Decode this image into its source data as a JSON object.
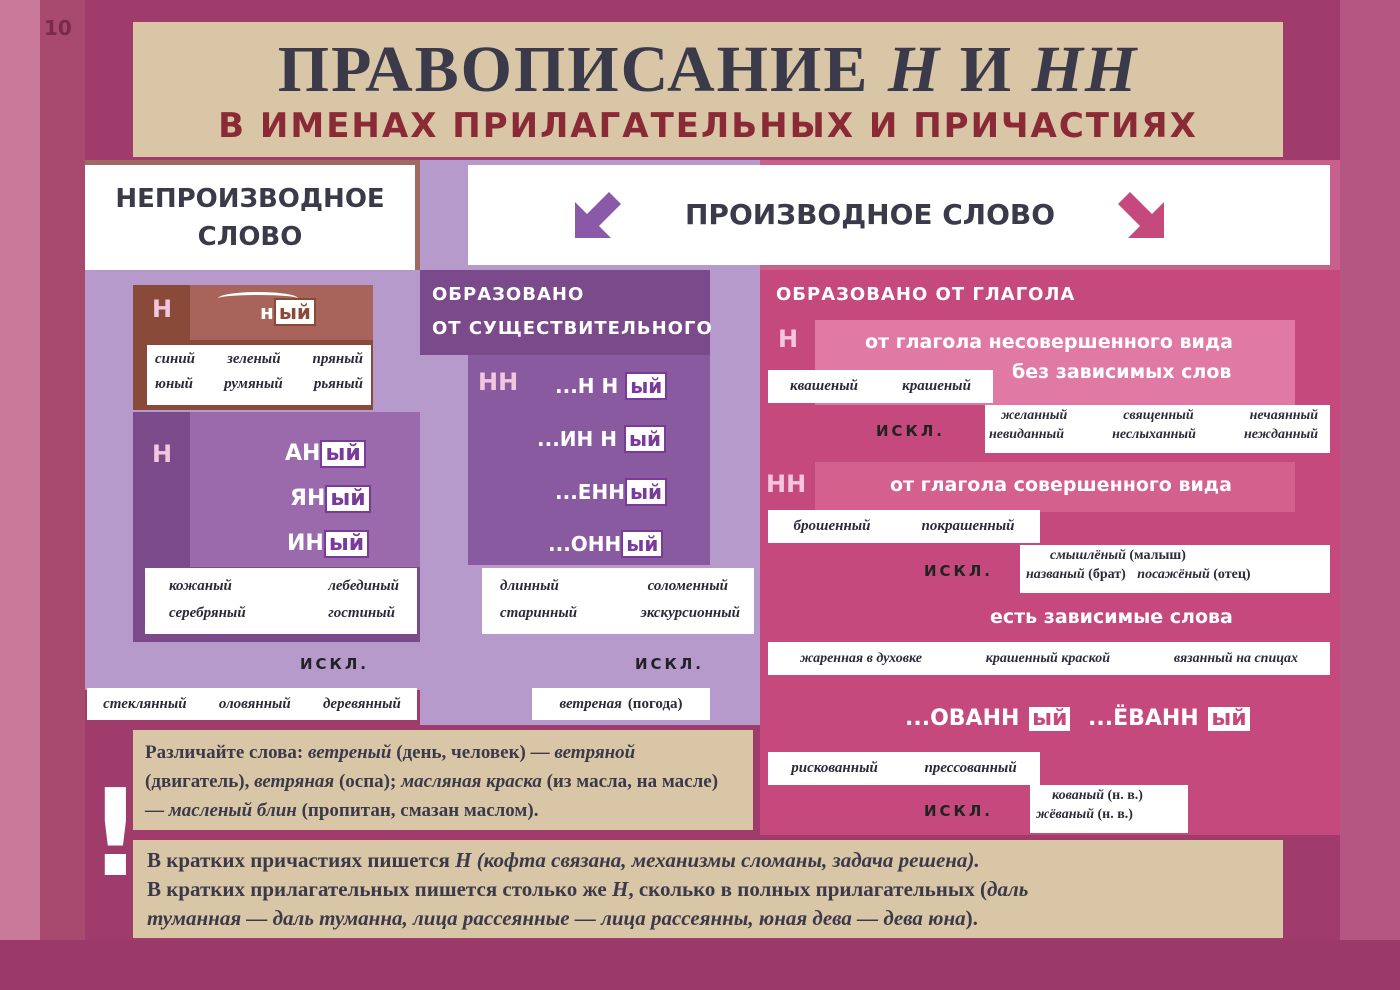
{
  "page_number": "10",
  "title": {
    "line1_part1": "ПРАВОПИСАНИЕ",
    "line1_n": "Н",
    "line1_and": "И",
    "line1_nn": "НН",
    "line2": "В ИМЕНАХ ПРИЛАГАТЕЛЬНЫХ И ПРИЧАСТИЯХ"
  },
  "headers": {
    "nonderived": "НЕПРОИЗВОДНОЕ СЛОВО",
    "derived": "ПРОИЗВОДНОЕ СЛОВО"
  },
  "nonderived": {
    "letter": "Н",
    "suffix_root": "н",
    "suffix_end": "ый",
    "words_row1": [
      "синий",
      "зеленый",
      "пряный"
    ],
    "words_row2": [
      "юный",
      "румяный",
      "рьяный"
    ]
  },
  "denominal_n": {
    "letter": "Н",
    "suffixes": [
      "АН",
      "ЯН",
      "ИН"
    ],
    "ending": "ый",
    "words": [
      "кожаный",
      "лебединый",
      "серебряный",
      "гостиный"
    ],
    "iskl_label": "ИСКЛ.",
    "exceptions": [
      "стеклянный",
      "оловянный",
      "деревянный"
    ]
  },
  "noun_derived": {
    "header_line1": "ОБРАЗОВАНО",
    "header_line2": "ОТ СУЩЕСТВИТЕЛЬНОГО",
    "letter": "НН",
    "patterns": [
      "...Н Н",
      "...ИН Н",
      "...ЕНН",
      "...ОНН"
    ],
    "ending": "ый",
    "words": [
      "длинный",
      "соломенный",
      "старинный",
      "экскурсионный"
    ],
    "iskl_label": "ИСКЛ.",
    "exception": "ветреная",
    "exception_note": "(погода)"
  },
  "verb_derived": {
    "header": "ОБРАЗОВАНО ОТ ГЛАГОЛА",
    "n_letter": "Н",
    "n_rule_line1": "от глагола несовершенного вида",
    "n_rule_line2": "без зависимых слов",
    "n_words": [
      "квашеный",
      "крашеный"
    ],
    "n_iskl_label": "ИСКЛ.",
    "n_exceptions_row1": [
      "желанный",
      "священный",
      "нечаянный"
    ],
    "n_exceptions_row2": [
      "невиданный",
      "неслыханный",
      "нежданный"
    ],
    "nn_letter": "НН",
    "nn_rule": "от глагола совершенного вида",
    "nn_words": [
      "брошенный",
      "покрашенный"
    ],
    "nn_iskl_label": "ИСКЛ.",
    "nn_exc1": "смышлёный",
    "nn_exc1_note": "(малыш)",
    "nn_exc2": "названый",
    "nn_exc2_note": "(брат)",
    "nn_exc3": "посажёный",
    "nn_exc3_note": "(отец)",
    "dependent_rule": "есть зависимые слова",
    "dependent_examples": [
      {
        "word": "жаренная",
        "rest": "в духовке"
      },
      {
        "word": "крашенный",
        "rest": "краской"
      },
      {
        "word": "вязанный",
        "rest": "на спицах"
      }
    ],
    "ovann": "...ОВАНН",
    "evann": "...ЁВАНН",
    "ending": "ый",
    "ovann_words": [
      "рискованный",
      "прессованный"
    ],
    "ovann_iskl_label": "ИСКЛ.",
    "ovann_exc1": "кованый",
    "ovann_exc1_note": "(н. в.)",
    "ovann_exc2": "жёваный",
    "ovann_exc2_note": "(н. в.)"
  },
  "distinguish": {
    "intro": "Различайте слова:",
    "w1": "ветреный",
    "t1": " (день, человек) — ",
    "w2": "ветряной",
    "t2": " (двигатель), ",
    "w3": "ветряная",
    "t3": " (оспа); ",
    "w4": "масляная краска",
    "t4": " (из масла, на масле) — ",
    "w5": "масленый блин",
    "t5": " (пропитан, смазан маслом)."
  },
  "note": {
    "exclamation": "!",
    "line1_a": "В кратких причастиях пишется ",
    "line1_n": "Н",
    "line1_b": " (кофта связана, механизмы сломаны, задача решена).",
    "line2_a": "В кратких прилагательных пишется столько же ",
    "line2_n": "Н",
    "line2_b": ", сколько в полных прилагательных (",
    "line2_c": "даль",
    "line3": "туманная — даль туманна, лица рассеянные — лица рассеянны, юная дева — дева юна",
    "line3_end": ")."
  },
  "colors": {
    "frame": "#a03c6c",
    "title_bg": "#d9c6a6",
    "title_text": "#3b3a4a",
    "subtitle_text": "#8a2a36",
    "brown": "#8a4a3a",
    "purple": "#7a4a8a",
    "lavender": "#b59acb",
    "pink": "#c5497c",
    "pink_light": "#e07aa5"
  }
}
